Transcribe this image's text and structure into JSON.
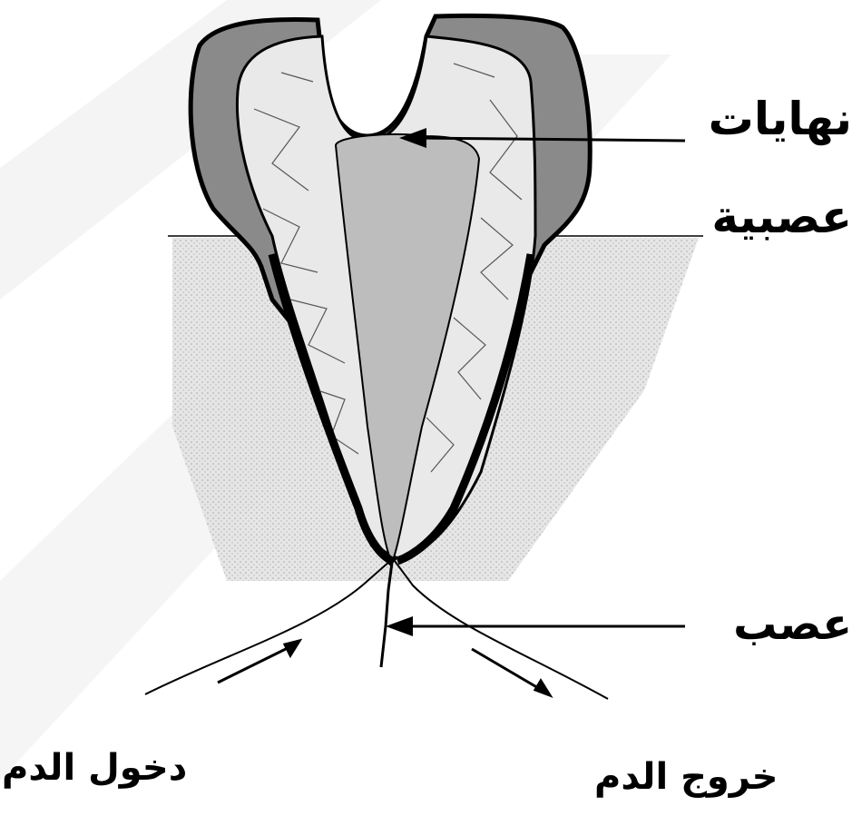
{
  "labels": {
    "nerve_endings_line1": "نهايات",
    "nerve_endings_line2": "عصبية",
    "nerve": "عصب",
    "blood_exit": "خروج الدم",
    "blood_entry": "دخول الدم"
  },
  "colors": {
    "ink": "#000000",
    "enamel_shade": "#8a8a8a",
    "dentin_shade": "#e9e9e9",
    "pulp_shade": "#bdbdbd",
    "gum_stipple": "#d2d2d2",
    "watermark": "#ececec"
  }
}
